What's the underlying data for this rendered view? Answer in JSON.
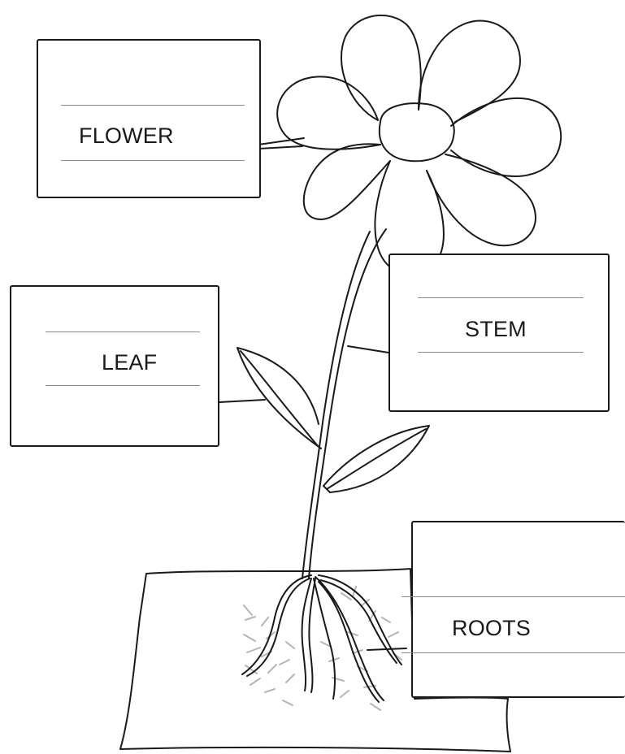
{
  "labels": {
    "flower": "FLOWER",
    "leaf": "LEAF",
    "stem": "STEM",
    "roots": "ROOTS"
  },
  "colors": {
    "ink": "#1a1a1a",
    "rule": "#8a8a8a",
    "root_hair": "#b5b5b5",
    "background": "#ffffff"
  }
}
